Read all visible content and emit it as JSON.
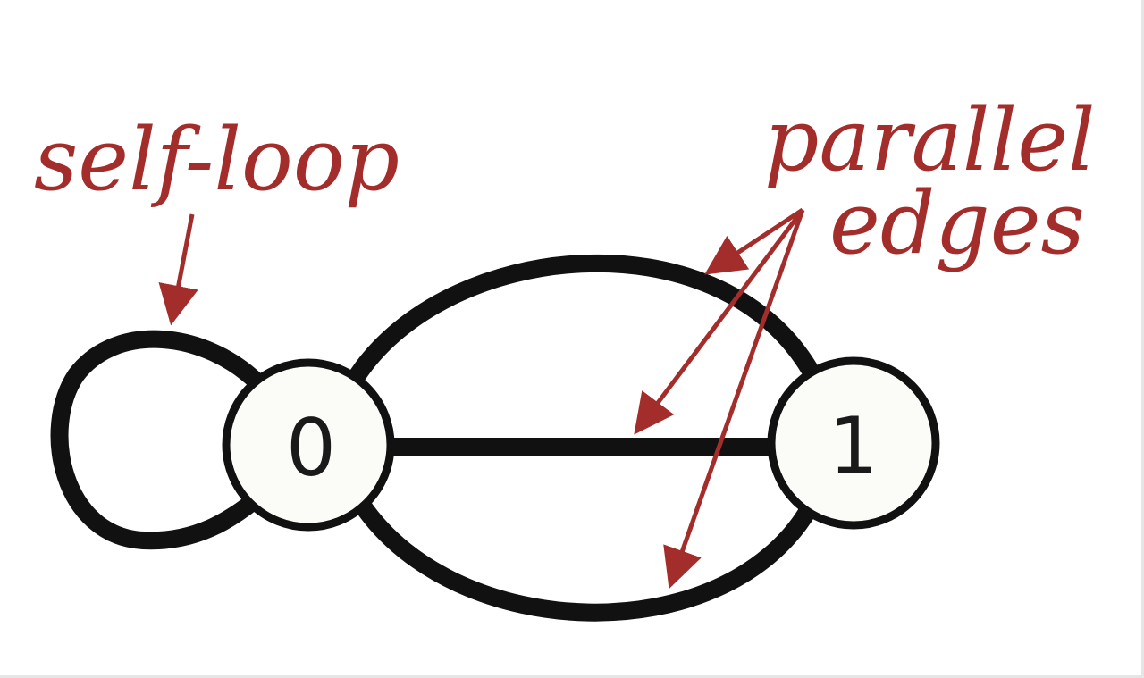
{
  "diagram": {
    "nodes": [
      {
        "id": "0",
        "label": "0"
      },
      {
        "id": "1",
        "label": "1"
      }
    ],
    "edges": [
      {
        "from": "0",
        "to": "0",
        "kind": "self-loop"
      },
      {
        "from": "0",
        "to": "1",
        "kind": "parallel",
        "route": "upper"
      },
      {
        "from": "0",
        "to": "1",
        "kind": "parallel",
        "route": "straight"
      },
      {
        "from": "0",
        "to": "1",
        "kind": "parallel",
        "route": "lower"
      }
    ],
    "annotations": {
      "self_loop": "self-loop",
      "parallel_line1": "parallel",
      "parallel_line2": "edges"
    },
    "colors": {
      "edge": "#111111",
      "node_fill": "#fbfbf8",
      "annotation": "#a32d2a"
    }
  }
}
